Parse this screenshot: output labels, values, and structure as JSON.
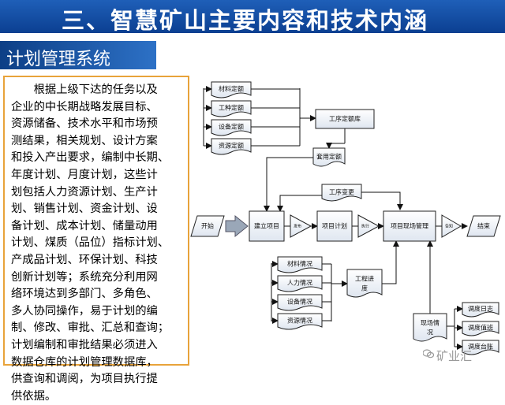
{
  "header": {
    "title": "三、智慧矿山主要内容和技术内涵"
  },
  "section": {
    "title": "计划管理系统"
  },
  "description": {
    "lines": [
      "　　根据上级下达的任务以及",
      "企业的中长期战略发展目标、",
      "资源储备、技术水平和市场预",
      "测结果，相关规划、设计方案",
      "和投入产出要求，编制中长期、",
      "年度计划、月度计划，这些计",
      "划包括人力资源计划、生产计",
      "划、销售计划、资金计划、设",
      "备计划、成本计划、储量动用",
      "计划、煤质（品位）指标计划、",
      "产成品计划、环保计划、科技",
      "创新计划等；系统充分利用网",
      "络环境达到多部门、多角色、",
      "多人协同操作，易于计划的编",
      "制、修改、审批、汇总和查询；",
      "计划编制和审批结果必须进入",
      "数据仓库的计划管理数据库，",
      "供查询和调阅，为项目执行提",
      "供依据。"
    ]
  },
  "flowchart": {
    "quota_items": [
      "材料定额",
      "工种定额",
      "设备定额",
      "资源定额"
    ],
    "quota_db": "工序定额库",
    "apply_quota": "套用定额",
    "process_change": "工序变更",
    "start": "开始",
    "setup_project": "建立项目",
    "label_send": "发布",
    "project_plan": "项目计划",
    "label_execute": "执行",
    "site_management": "项目现场管理",
    "label_inform": "告知",
    "end": "结束",
    "status_items": [
      "材料情况",
      "人力情况",
      "设备情况",
      "资源情况"
    ],
    "progress_line1": "工程进",
    "progress_line2": "度",
    "site_status_line1": "现场情",
    "site_status_line2": "况",
    "dispatch_items": [
      "调度日志",
      "调度值班",
      "调度台账"
    ]
  },
  "watermark": {
    "text": "矿业汇"
  }
}
